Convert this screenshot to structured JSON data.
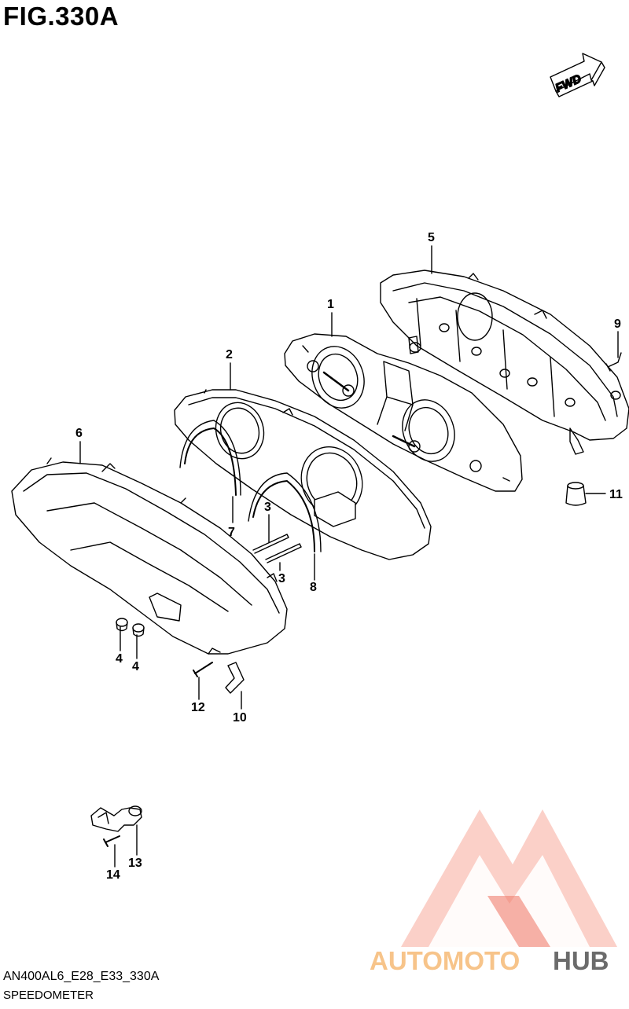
{
  "figure": {
    "title": "FIG.330A",
    "code": "AN400AL6_E28_E33_330A",
    "caption": "SPEEDOMETER"
  },
  "fwd_label": "FWD",
  "callouts": [
    "1",
    "2",
    "3",
    "3",
    "4",
    "4",
    "5",
    "6",
    "7",
    "8",
    "9",
    "10",
    "11",
    "12",
    "13",
    "14"
  ],
  "watermark": {
    "word1": "AUTOMOTO",
    "word2": "HUB",
    "color_main": "#f07f6e",
    "color_light": "#f9c0b5",
    "color_gold": "#f7c48a",
    "color_dark": "#6b6b6b"
  }
}
